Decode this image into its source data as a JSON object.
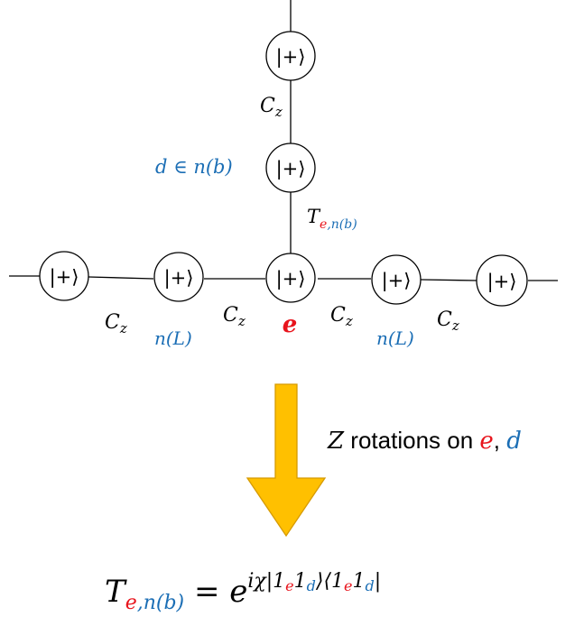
{
  "colors": {
    "line": "#000000",
    "red": "#e8141c",
    "blue": "#1b6eb5",
    "arrow_fill": "#ffc000",
    "arrow_stroke": "#d69a00"
  },
  "nodes": {
    "ket": "|+⟩",
    "center_label": "e"
  },
  "gates": {
    "cz_base": "C",
    "cz_sub": "z"
  },
  "labels": {
    "d_in": "d ∈ n(b)",
    "nL": "n(L)",
    "T_base": "T",
    "T_sub_e": "e",
    "T_sub_rest": ",n(b)"
  },
  "arrow_caption": {
    "z": "Z",
    "text": " rotations on ",
    "e": "e",
    "comma": ", ",
    "d": "d"
  },
  "formula": {
    "T": "T",
    "sub_e": "e",
    "sub_rest": ",n(b)",
    "equals": " = ",
    "base": "e",
    "exp_prefix": "iχ|1",
    "exp_e1": "e",
    "exp_mid1": "1",
    "exp_d1": "d",
    "exp_mid2": "⟩⟨1",
    "exp_e2": "e",
    "exp_mid3": "1",
    "exp_d2": "d",
    "exp_end": "|"
  }
}
